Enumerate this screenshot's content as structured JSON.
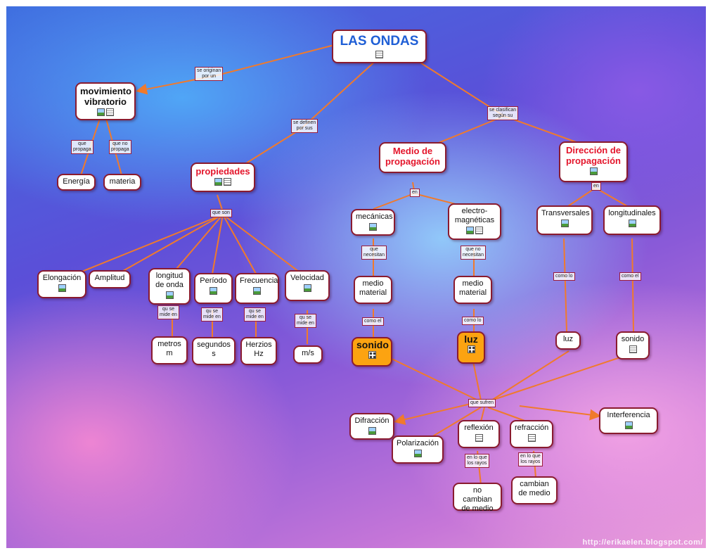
{
  "main_title": "LAS ONDAS",
  "nodes": {
    "movimiento": "movimiento\nvibratorio",
    "energia": "Energía",
    "materia": "materia",
    "propiedades": "propiedades",
    "medio_prop": "Medio de\npropagación",
    "direccion": "Dirección de\npropagación",
    "mecanicas": "mecánicas",
    "electro": "electro-\nmagnéticas",
    "transversales": "Transversales",
    "longitudinales": "longitudinales",
    "elongacion": "Elongación",
    "amplitud": "Amplitud",
    "longitud_onda": "longitud\nde onda",
    "periodo": "Período",
    "frecuencia": "Frecuencia",
    "velocidad": "Velocidad",
    "metros": "metros\nm",
    "segundos": "segundos\ns",
    "herzios": "Herzios\nHz",
    "ms": "m/s",
    "medio_material_1": "medio\nmaterial",
    "medio_material_2": "medio\nmaterial",
    "sonido_main": "sonido",
    "luz_main": "luz",
    "luz": "luz",
    "sonido": "sonido",
    "difraccion": "Difracción",
    "polarizacion": "Polarización",
    "reflexion": "reflexión",
    "refraccion": "refracción",
    "interferencia": "Interferencia",
    "no_cambian": "no cambian\nde medio",
    "cambian": "cambian\nde medio"
  },
  "links": {
    "se_originan": "se originan\npor un",
    "se_definen": "se definen\npor sus",
    "se_clasifican": "se clasifican\nsegún su",
    "que_propaga": "que\npropaga",
    "que_no_propaga": "que no\npropaga",
    "que_son": "que son",
    "en_1": "en",
    "en_2": "en",
    "que_necesitan": "que\nnecesitan",
    "que_no_necesitan": "que no\nnecesitan",
    "como_el": "como el",
    "como_lo": "como lo",
    "como_lo_2": "como lo",
    "como_el_2": "como el",
    "qu_se_mide_1": "qu se\nmide en",
    "qu_se_mide_2": "qu se\nmide en",
    "qu_se_mide_3": "qu se\nmide en",
    "qu_se_mide_4": "qu se\nmide en",
    "que_sufren": "que sufren",
    "en_lo_que_1": "en lo que\nlos rayos",
    "en_lo_que_2": "en lo que\nlos rayos"
  },
  "footer": "http://erikaelen.blogspot.com/",
  "colors": {
    "link": "#f07a2c",
    "node_border": "#8a1b2f",
    "title_blue": "#1f5fd6",
    "title_red": "#e4152b",
    "highlight": "#fca311"
  }
}
